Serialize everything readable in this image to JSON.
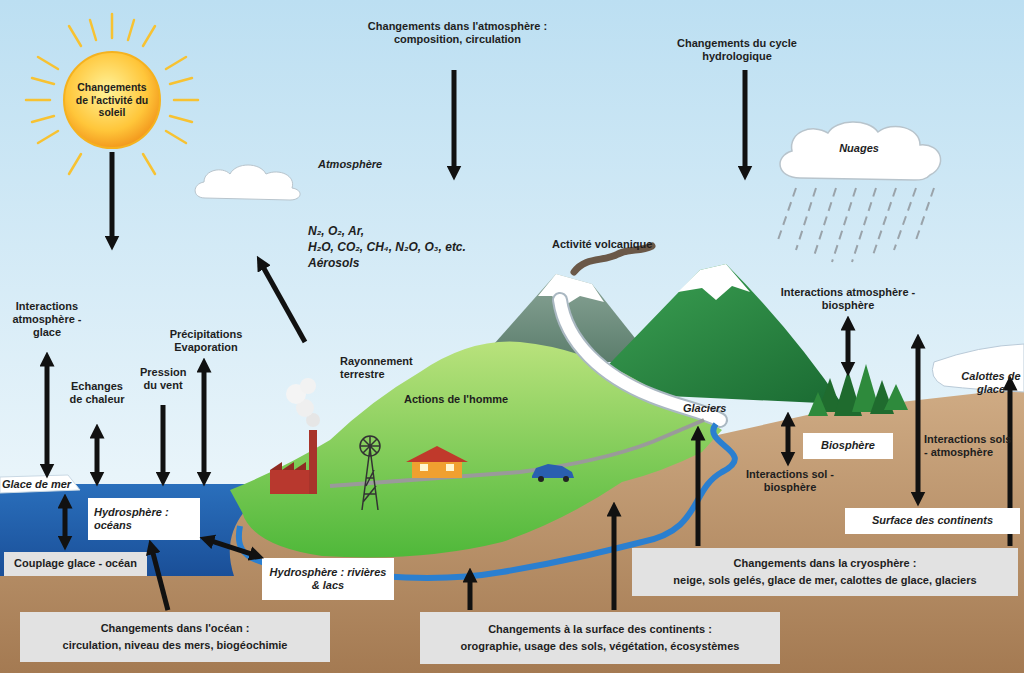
{
  "diagram": {
    "nodes": [
      {
        "text": [
          "Changements de l'activité du soleil"
        ]
      },
      {
        "text": [
          "Nuages"
        ]
      },
      {
        "text": [
          "Hydrosphère : océans"
        ]
      },
      {
        "text": [
          "Couplage glace - océan"
        ]
      },
      {
        "text": [
          "Hydrosphère : rivières & lacs"
        ]
      },
      {
        "text": [
          "Biosphère"
        ]
      },
      {
        "text": [
          "Surface des continents"
        ]
      },
      {
        "text": [
          "Changements dans l'océan :",
          "circulation, niveau des mers, biogéochimie"
        ]
      },
      {
        "text": [
          "Changements à la surface des continents :",
          "orographie, usage des sols, végétation, écosystèmes"
        ]
      },
      {
        "text": [
          "Changements dans la cryosphère :",
          "neige, sols gelés, glace de mer, calottes de glace, glaciers"
        ]
      }
    ],
    "edges": [
      {
        "from": 7,
        "to": 2,
        "arrow": "to"
      },
      {
        "from": 2,
        "to": 4,
        "arrow": "both"
      }
    ],
    "labels": [
      "Changements dans l'atmosphère : composition, circulation",
      "Changements du cycle hydrologique",
      "Atmosphère",
      "N₂, O₂, Ar,",
      "H₂O, CO₂, CH₄, N₂O, O₃, etc.",
      "Aérosols",
      "Activité volcanique",
      "Interactions atmosphère - glace",
      "Glace de mer",
      "Echanges de chaleur",
      "Pression du vent",
      "Précipitations Evaporation",
      "Rayonnement terrestre",
      "Actions de l'homme",
      "Glaciers",
      "Interactions atmosphère - biosphère",
      "Calottes de glace",
      "Interactions sol - biosphère",
      "Interactions sols - atmosphère"
    ]
  }
}
